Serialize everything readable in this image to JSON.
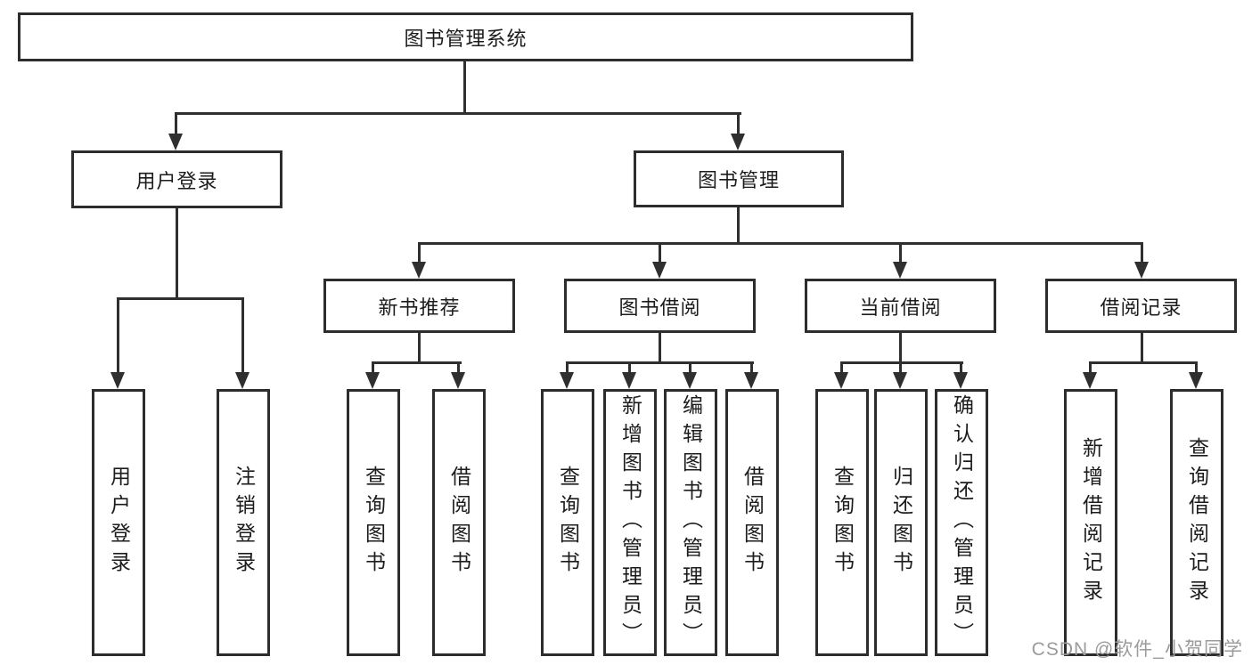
{
  "diagram": {
    "root": "图书管理系统",
    "user_branch": {
      "label": "用户登录",
      "children": [
        "用户登录",
        "注销登录"
      ]
    },
    "book_branch": {
      "label": "图书管理",
      "groups": [
        {
          "label": "新书推荐",
          "children": [
            "查询图书",
            "借阅图书"
          ]
        },
        {
          "label": "图书借阅",
          "children": [
            "查询图书",
            "新增图书（管理员）",
            "编辑图书（管理员）",
            "借阅图书"
          ]
        },
        {
          "label": "当前借阅",
          "children": [
            "查询图书",
            "归还图书",
            "确认归还（管理员）"
          ]
        },
        {
          "label": "借阅记录",
          "children": [
            "新增借阅记录",
            "查询借阅记录"
          ]
        }
      ]
    }
  },
  "watermark": "CSDN @软件_小贺同学"
}
